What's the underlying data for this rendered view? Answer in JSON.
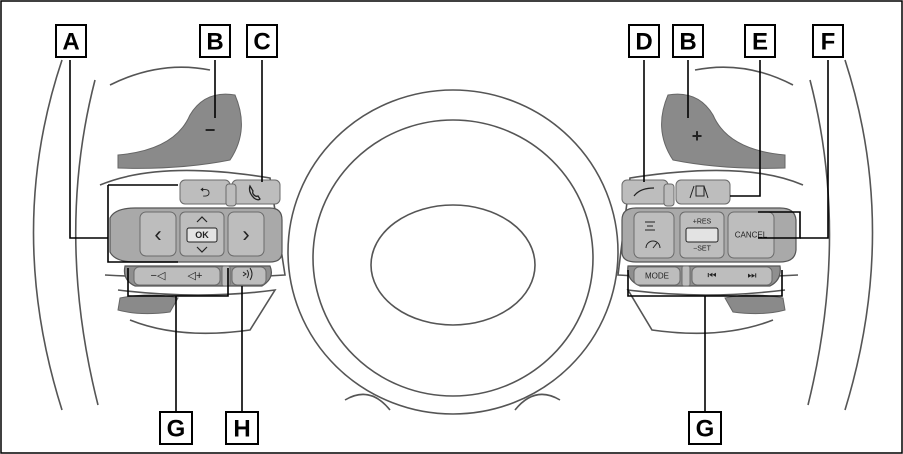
{
  "labels": {
    "A": "A",
    "B_left": "B",
    "C": "C",
    "D": "D",
    "B_right": "B",
    "E": "E",
    "F": "F",
    "G_left": "G",
    "H": "H",
    "G_right": "G"
  },
  "paddles": {
    "left_symbol": "−",
    "right_symbol": "+"
  },
  "buttons": {
    "ok": "OK",
    "left_arrow": "‹",
    "right_arrow": "›",
    "back": "⮌",
    "vol_down": "−◁",
    "vol_up": "◁+",
    "res": "+RES",
    "set": "−SET",
    "cancel": "CANCEL",
    "mode": "MODE",
    "prev": "⏮",
    "next": "⏭"
  },
  "colors": {
    "line": "#000000",
    "pad": "#a9a9a9",
    "button": "#bdbdbd"
  }
}
